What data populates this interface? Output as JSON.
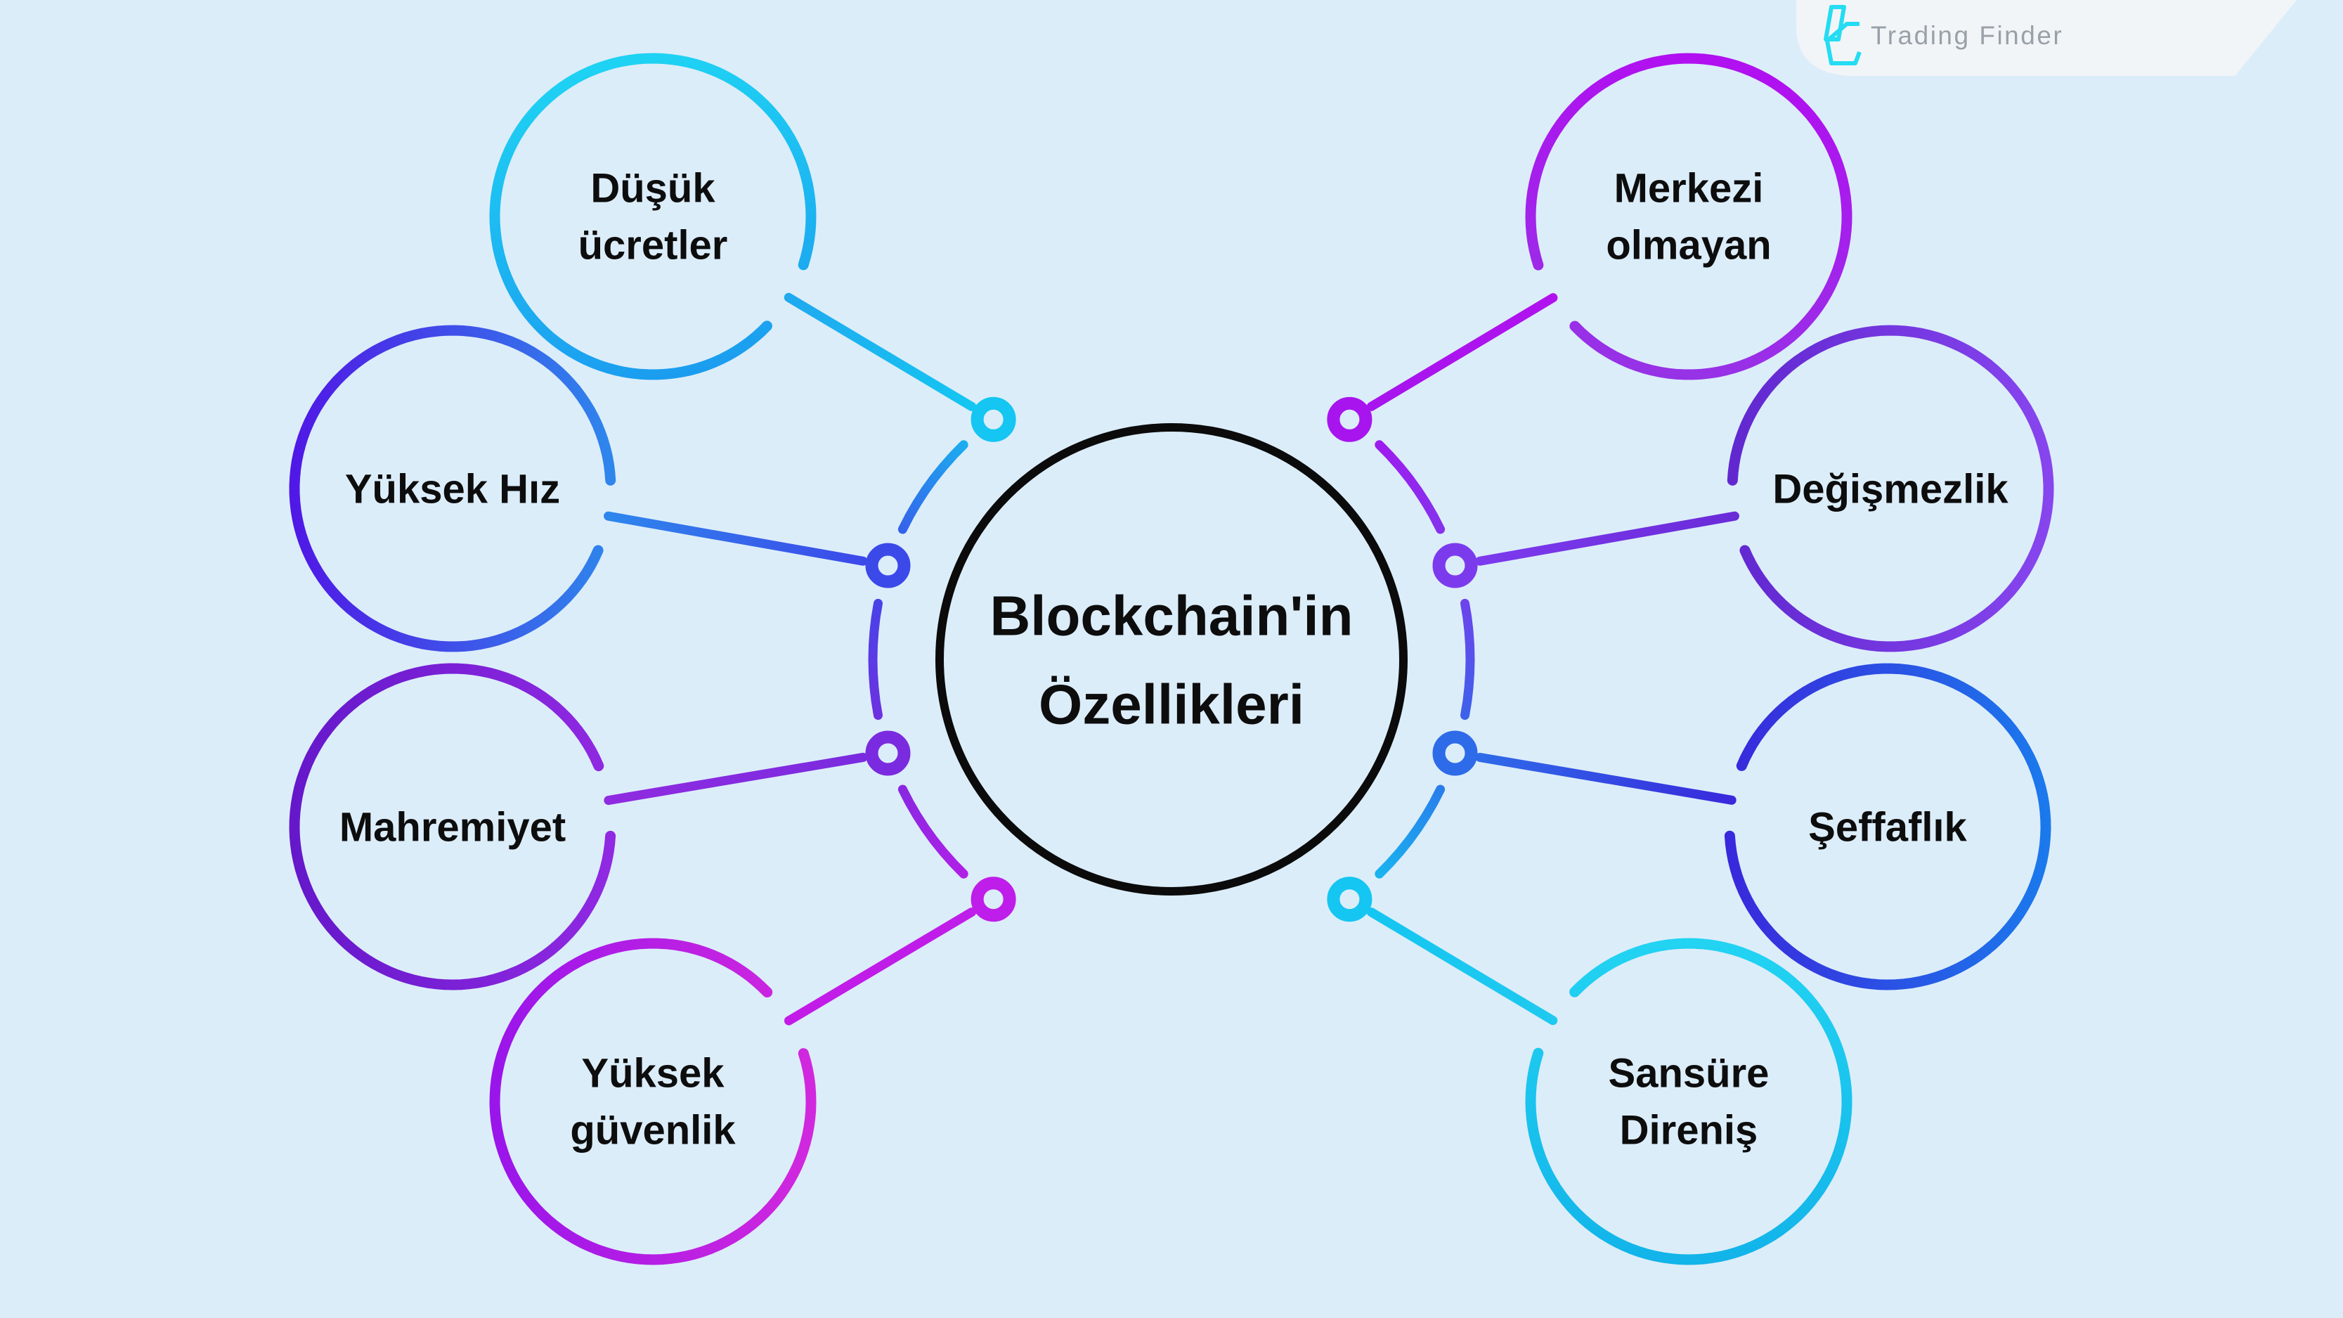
{
  "background": "#DCEDFA",
  "brand": {
    "name": "Trading Finder",
    "badge_color": "#F2F5F8",
    "mark_color": "#25DCF2",
    "text_color": "#99A1A8",
    "logo_icon": "trading-finder-logo-icon"
  },
  "center": {
    "lines": [
      "Blockchain'in",
      "Özellikleri"
    ],
    "stroke": "#0B0B0B",
    "text_color": "#0D0D0D"
  },
  "satellites": [
    {
      "id": "dusuk-ucretler",
      "lines": [
        "Düşük",
        "ücretler"
      ],
      "gradient": [
        "#1ED2F3",
        "#1B9CEF"
      ],
      "line_color": "#1FA9EF"
    },
    {
      "id": "yuksek-hiz",
      "lines": [
        "Yüksek Hız"
      ],
      "gradient": [
        "#5018E6",
        "#2E86EC"
      ],
      "line_color": "#2E86EC"
    },
    {
      "id": "mahremiyet",
      "lines": [
        "Mahremiyet"
      ],
      "gradient": [
        "#6518CA",
        "#9029E2"
      ],
      "line_color": "#8F2BE0"
    },
    {
      "id": "yuksek-guvenlik",
      "lines": [
        "Yüksek",
        "güvenlik"
      ],
      "gradient": [
        "#9A15EA",
        "#D128DE"
      ],
      "line_color": "#C21BE8"
    },
    {
      "id": "merkezi-olmayan",
      "lines": [
        "Merkezi",
        "olmayan"
      ],
      "gradient": [
        "#B110F0",
        "#9633E6"
      ],
      "line_color": "#B012EE"
    },
    {
      "id": "degismezlik",
      "lines": [
        "Değişmezlik"
      ],
      "gradient": [
        "#6128D0",
        "#8745EE"
      ],
      "line_color": "#6A2BD8"
    },
    {
      "id": "seffaflik",
      "lines": [
        "Şeffaflık"
      ],
      "gradient": [
        "#3929DC",
        "#1B79EC"
      ],
      "line_color": "#3929DC"
    },
    {
      "id": "sansure-direnis",
      "lines": [
        "Sansüre",
        "Direniş"
      ],
      "gradient": [
        "#22D3F2",
        "#12B4E9"
      ],
      "line_color": "#1FC9EF"
    }
  ],
  "node_colors": [
    "#14C6F1",
    "#3C49E9",
    "#7A2BDF",
    "#BF1DE9",
    "#A714EE",
    "#7C3AED",
    "#2E6BE9",
    "#14C6F1"
  ],
  "satellite_text_color": "#0D0D0D"
}
